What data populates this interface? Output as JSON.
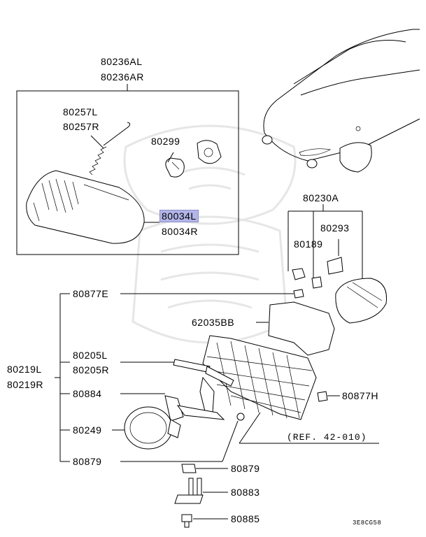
{
  "part_labels": {
    "p80236al": "80236AL",
    "p80236ar": "80236AR",
    "p80257l": "80257L",
    "p80257r": "80257R",
    "p80299": "80299",
    "p80034l": "80034L",
    "p80034r": "80034R",
    "p80230a": "80230A",
    "p80293": "80293",
    "p80189": "80189",
    "p80877e": "80877E",
    "p62035bb": "62035BB",
    "p80205l": "80205L",
    "p80205r": "80205R",
    "p80219l": "80219L",
    "p80219r": "80219R",
    "p80884": "80884",
    "p80877h": "80877H",
    "p80249": "80249",
    "ref": "(REF. 42-010)",
    "p80879a": "80879",
    "p80879b": "80879",
    "p80883": "80883",
    "p80885": "80885"
  },
  "diagram_code": "3E8CG58",
  "highlighted_part": "80034L",
  "colors": {
    "highlight": "#b3b5e8",
    "line": "#000000",
    "watermark": "#e6e6e6"
  }
}
